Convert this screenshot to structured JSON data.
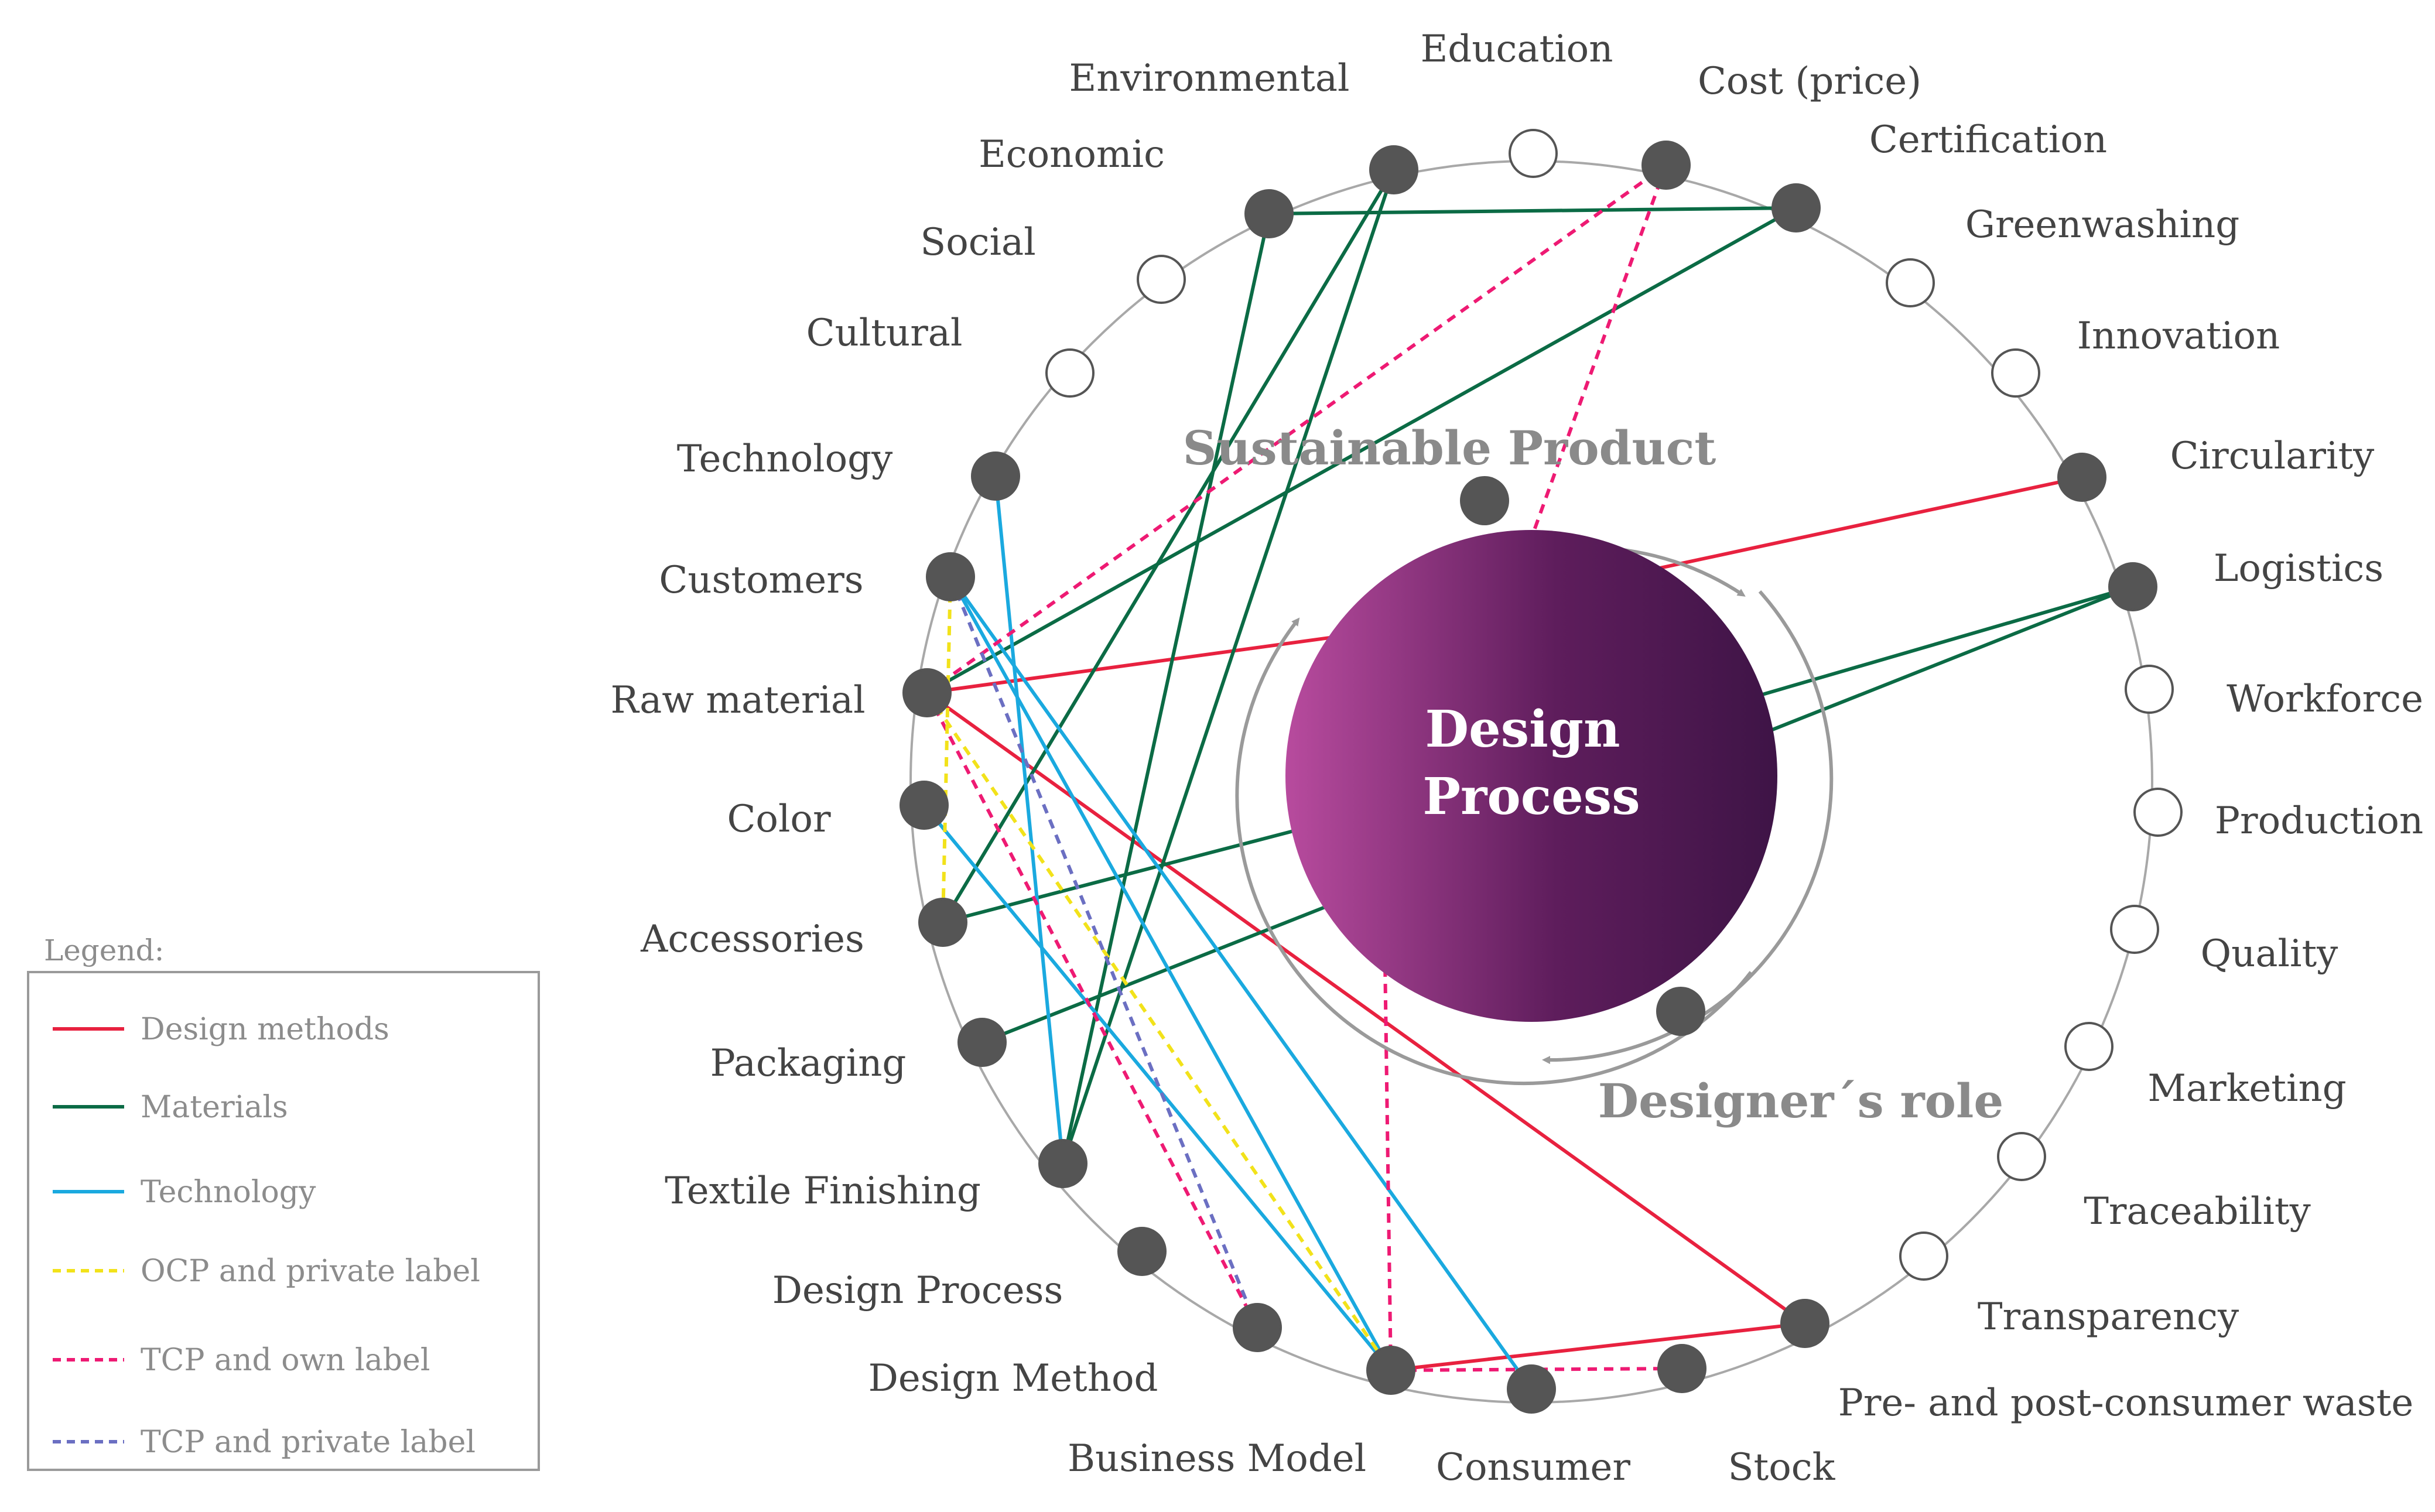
{
  "center": {
    "title_line1": "Design",
    "title_line2": "Process",
    "gradient_from": "#b84b9e",
    "gradient_to": "#3e1446"
  },
  "ring_labels": {
    "top": "Sustainable Product",
    "bottom": "Designer´s role"
  },
  "nodes": [
    {
      "label": "Education",
      "filled": false
    },
    {
      "label": "Cost (price)",
      "filled": true
    },
    {
      "label": "Certification",
      "filled": true
    },
    {
      "label": "Greenwashing",
      "filled": false
    },
    {
      "label": "Innovation",
      "filled": false
    },
    {
      "label": "Circularity",
      "filled": true
    },
    {
      "label": "Logistics",
      "filled": true
    },
    {
      "label": "Workforce",
      "filled": false
    },
    {
      "label": "Production",
      "filled": false
    },
    {
      "label": "Quality",
      "filled": false
    },
    {
      "label": "Marketing",
      "filled": false
    },
    {
      "label": "Traceability",
      "filled": false
    },
    {
      "label": "Transparency",
      "filled": false
    },
    {
      "label": "Pre- and post-consumer waste",
      "filled": true
    },
    {
      "label": "Stock",
      "filled": true
    },
    {
      "label": "Consumer",
      "filled": true
    },
    {
      "label": "Business Model",
      "filled": true
    },
    {
      "label": "Design Method",
      "filled": true
    },
    {
      "label": "Design Process",
      "filled": true
    },
    {
      "label": "Textile Finishing",
      "filled": true
    },
    {
      "label": "Packaging",
      "filled": true
    },
    {
      "label": "Accessories",
      "filled": true
    },
    {
      "label": "Color",
      "filled": true
    },
    {
      "label": "Raw material",
      "filled": true
    },
    {
      "label": "Customers",
      "filled": true
    },
    {
      "label": "Technology",
      "filled": true
    },
    {
      "label": "Cultural",
      "filled": false
    },
    {
      "label": "Social",
      "filled": false
    },
    {
      "label": "Economic",
      "filled": true
    },
    {
      "label": "Environmental",
      "filled": true
    }
  ],
  "legend": {
    "title": "Legend:",
    "items": [
      {
        "label": "Design methods",
        "color": "#e8213f",
        "dashed": false
      },
      {
        "label": "Materials",
        "color": "#0b6b45",
        "dashed": false
      },
      {
        "label": "Technology",
        "color": "#1aa9df",
        "dashed": false
      },
      {
        "label": "OCP and private label",
        "color": "#f2e21a",
        "dashed": true
      },
      {
        "label": "TCP and own label",
        "color": "#ee1a73",
        "dashed": true
      },
      {
        "label": "TCP and private label",
        "color": "#6b6fc2",
        "dashed": true
      }
    ]
  },
  "colors": {
    "node_fill": "#555555",
    "ring_stroke": "#a8a8a8",
    "arrow_ring": "#9a9a9a",
    "ring_label": "#8a8a8a"
  }
}
